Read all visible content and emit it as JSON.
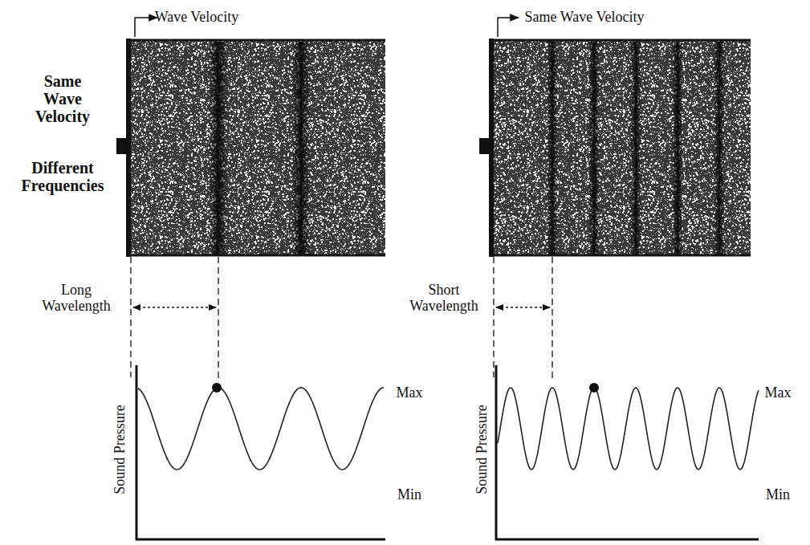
{
  "diagram": {
    "labels": [
      "Wave Velocity",
      "Same Wave Velocity",
      "Same Wave Velocity",
      "Different Frequencies",
      "Long Wavelength",
      "Short Wavelength",
      "Sound Pressure",
      "Max",
      "Min",
      "Sound Pressure",
      "Max",
      "Min"
    ]
  }
}
